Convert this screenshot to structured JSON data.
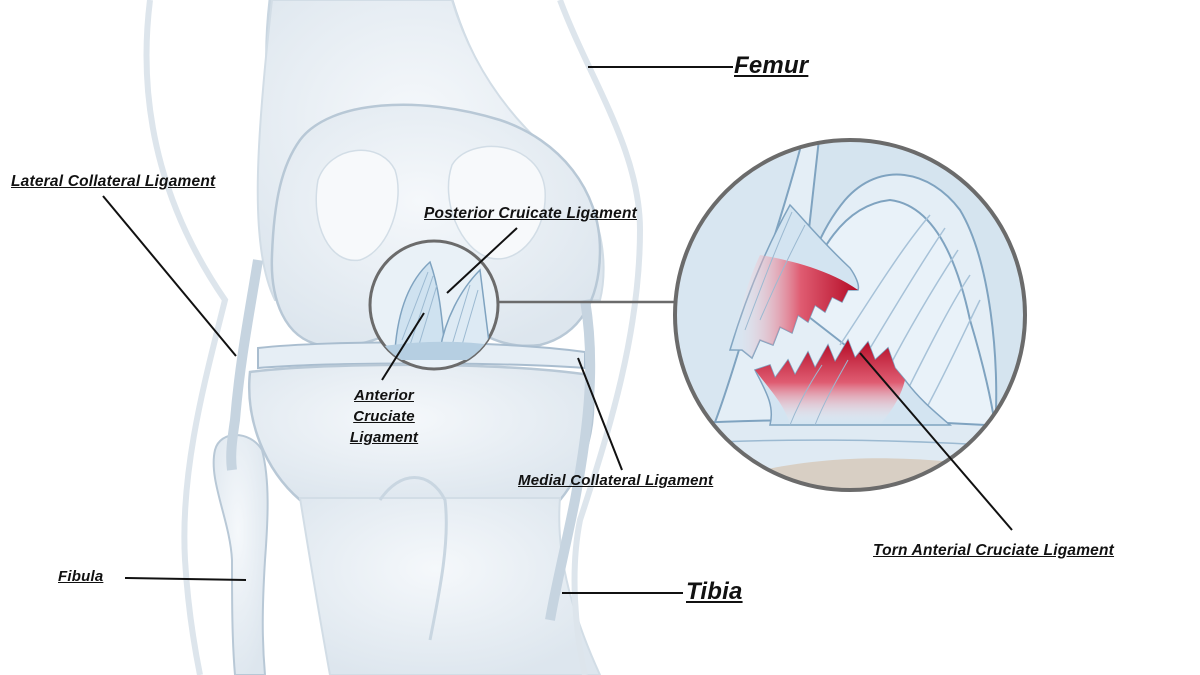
{
  "labels": {
    "femur": "Femur",
    "tibia": "Tibia",
    "fibula": "Fibula",
    "lcl": "Lateral Collateral Ligament",
    "pcl": "Posterior Cruicate Ligament",
    "acl_line1": "Anterior",
    "acl_line2": "Cruciate",
    "acl_line3": "Ligament",
    "mcl": "Medial Collateral Ligament",
    "torn_acl": "Torn Anterial Cruciate Ligament"
  },
  "colors": {
    "bone_fill": "#eaf0f5",
    "bone_outline": "#c9d6e1",
    "ligament_fill": "#d9e9f4",
    "ligament_line": "#7fa3c0",
    "zoom_border": "#6b6b6b",
    "tear_red": "#c8102e",
    "leader_line": "#111111"
  },
  "icons": {
    "zoom_circle": "magnifier-inset-icon",
    "tear": "torn-ligament-icon"
  }
}
